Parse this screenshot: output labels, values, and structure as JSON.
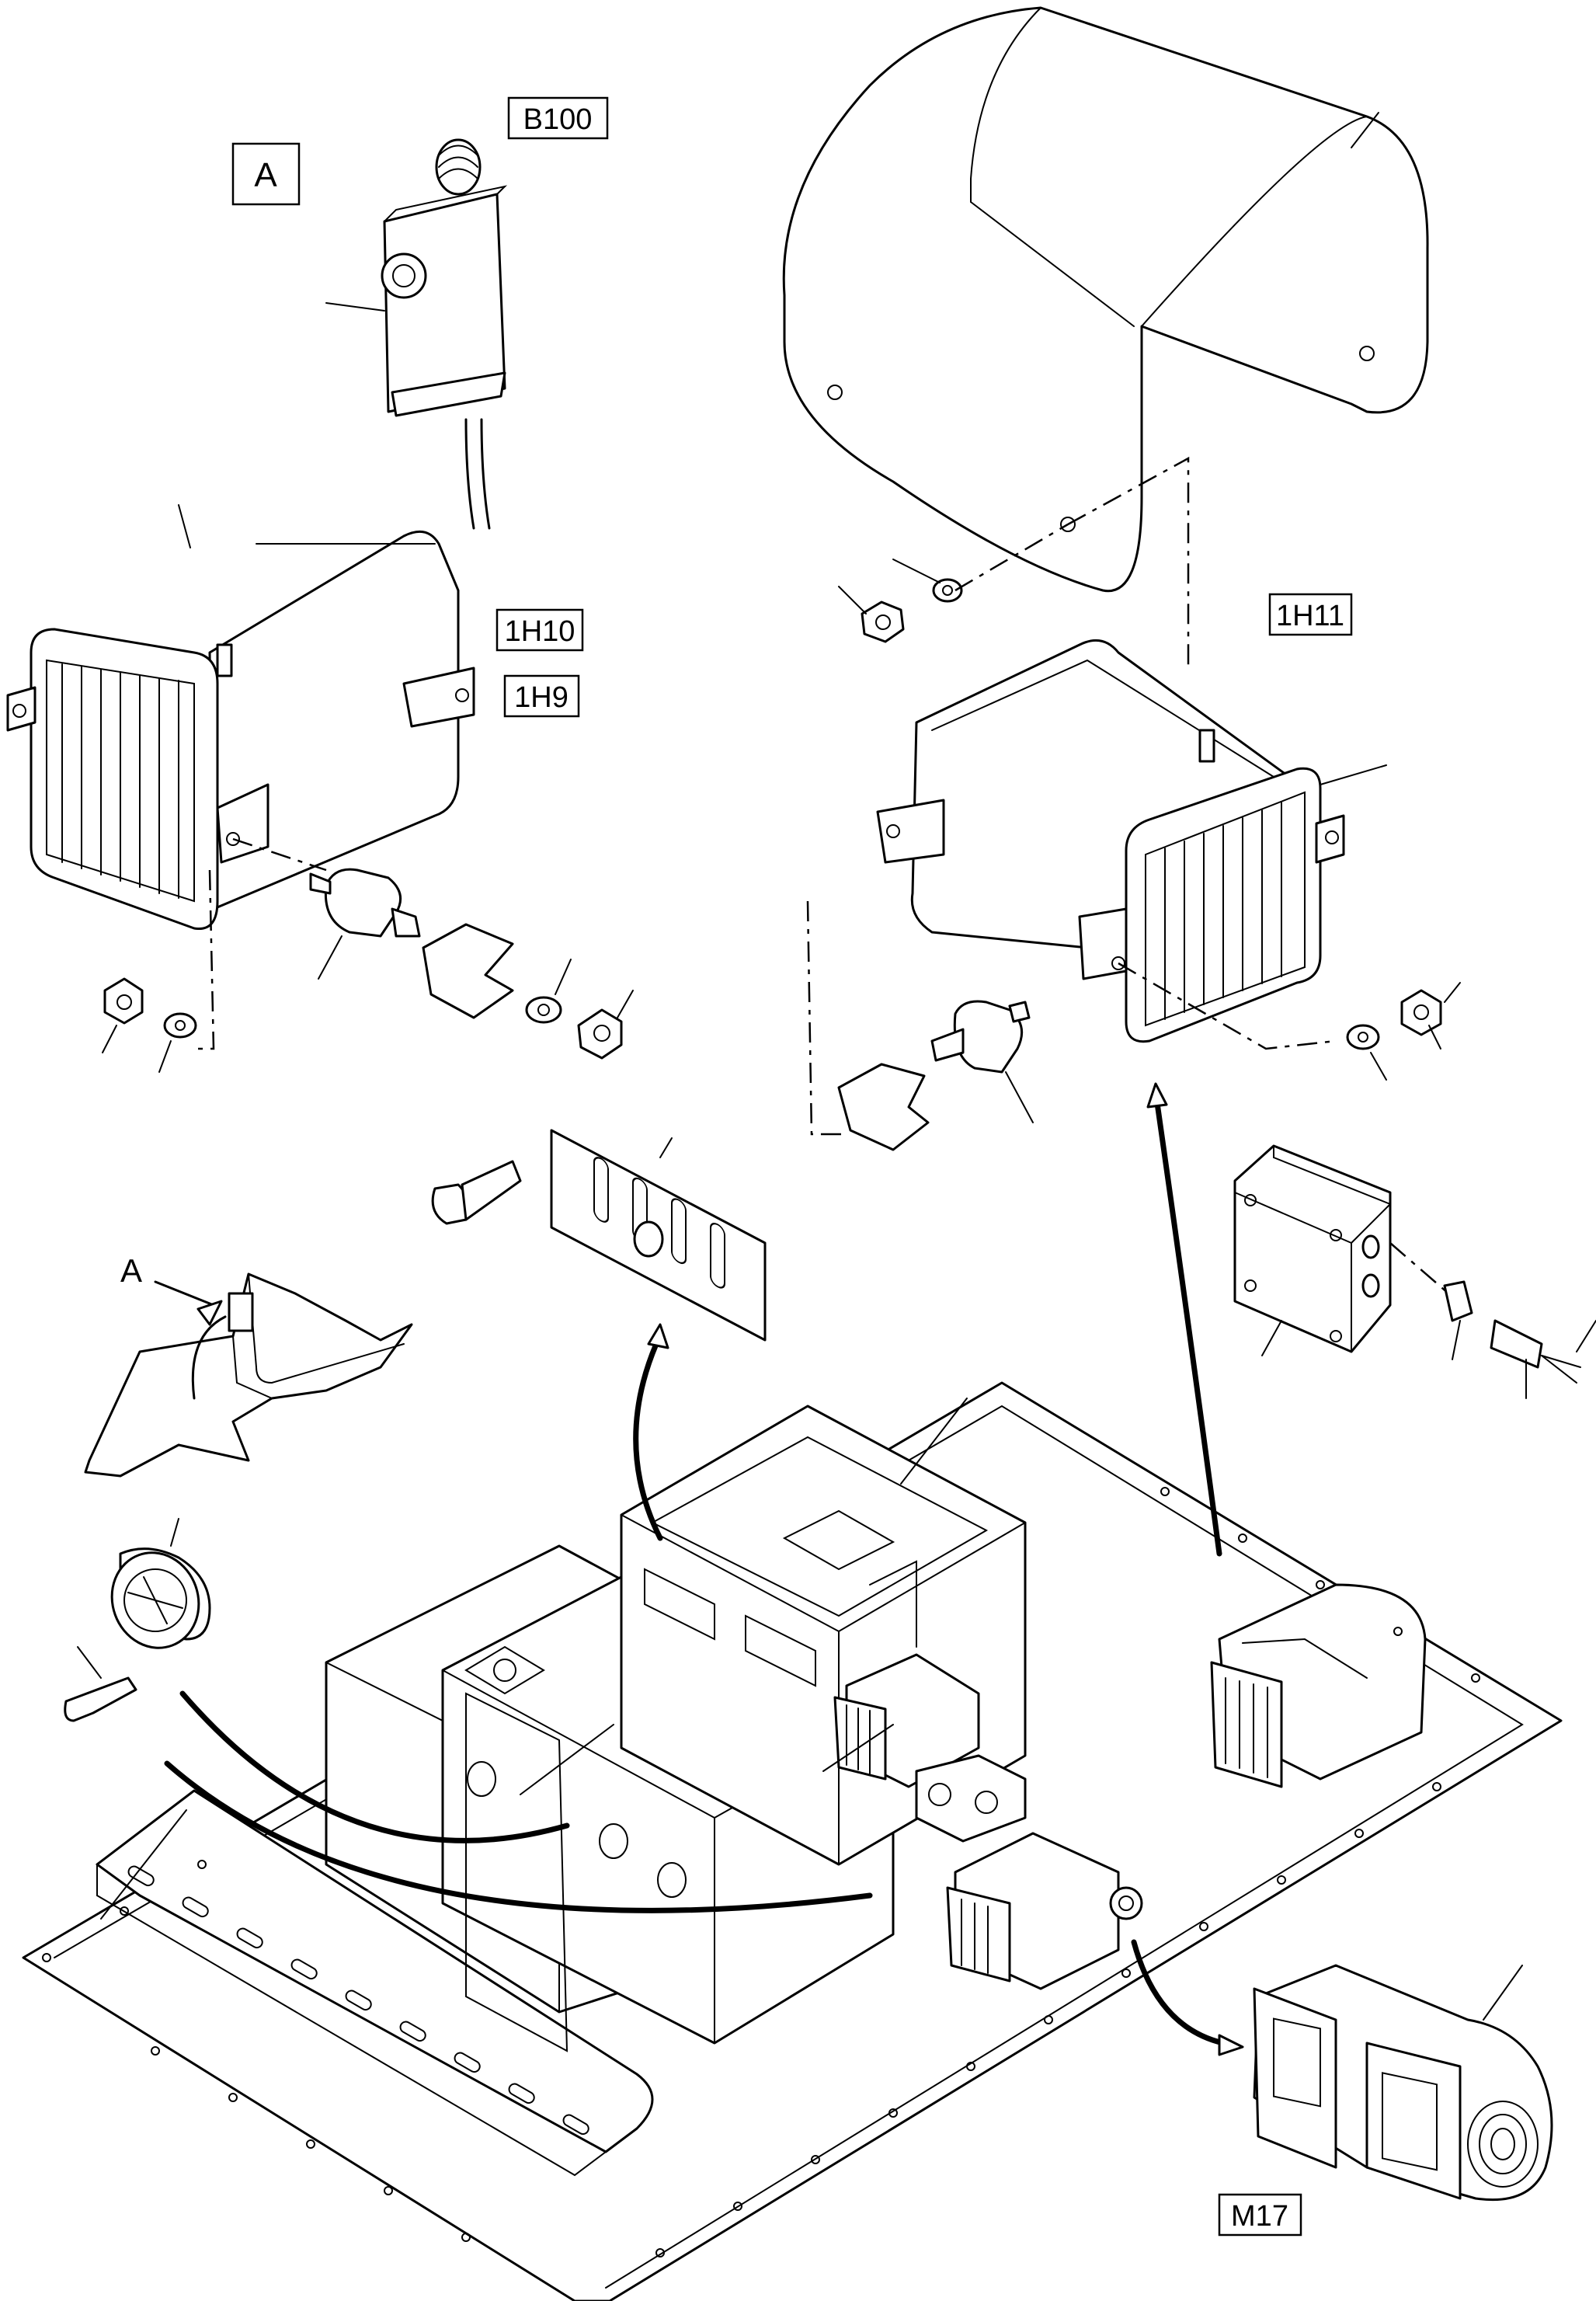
{
  "labels": {
    "b100": "B100",
    "view_a_box": "A",
    "h10": "1H10",
    "h9": "1H9",
    "h11": "1H11",
    "m17": "M17",
    "view_a_arrow": "A"
  }
}
